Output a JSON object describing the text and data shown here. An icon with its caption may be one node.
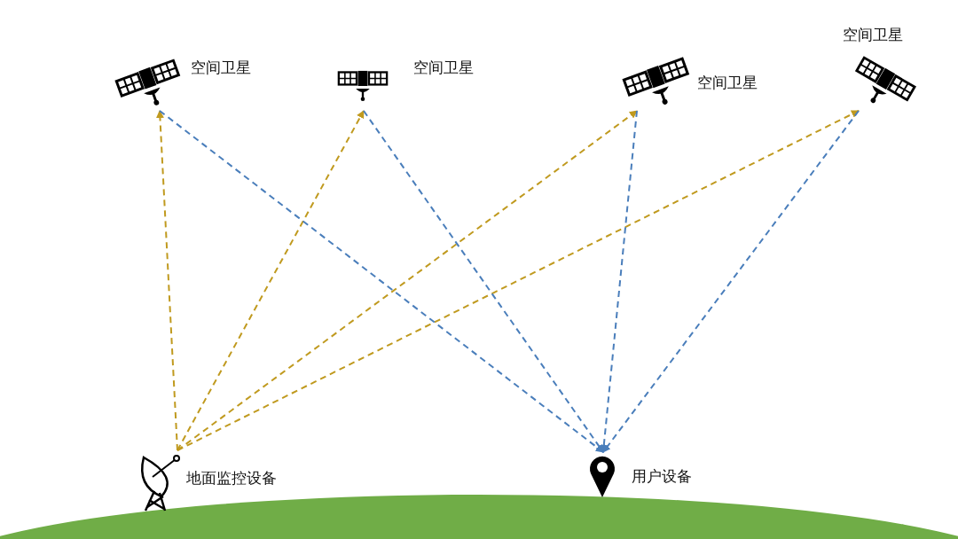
{
  "diagram": {
    "nodes": [
      {
        "text": [
          "空间卫星"
        ]
      },
      {
        "text": [
          "空间卫星"
        ]
      },
      {
        "text": [
          "空间卫星"
        ]
      },
      {
        "text": [
          "空间卫星"
        ]
      },
      {
        "text": [
          "地面监控设备"
        ]
      },
      {
        "text": [
          "用户设备"
        ]
      }
    ],
    "edges": [
      {
        "from": 4,
        "to": 0,
        "arrow": "to",
        "style": "dashed",
        "color": "#c09a1f"
      },
      {
        "from": 4,
        "to": 1,
        "arrow": "to",
        "style": "dashed",
        "color": "#c09a1f"
      },
      {
        "from": 4,
        "to": 2,
        "arrow": "to",
        "style": "dashed",
        "color": "#c09a1f"
      },
      {
        "from": 4,
        "to": 3,
        "arrow": "to",
        "style": "dashed",
        "color": "#c09a1f"
      },
      {
        "from": 0,
        "to": 5,
        "arrow": "to",
        "style": "dashed",
        "color": "#4a7ebb"
      },
      {
        "from": 1,
        "to": 5,
        "arrow": "to",
        "style": "dashed",
        "color": "#4a7ebb"
      },
      {
        "from": 2,
        "to": 5,
        "arrow": "to",
        "style": "dashed",
        "color": "#4a7ebb"
      },
      {
        "from": 3,
        "to": 5,
        "arrow": "to",
        "style": "dashed",
        "color": "#4a7ebb"
      }
    ]
  }
}
